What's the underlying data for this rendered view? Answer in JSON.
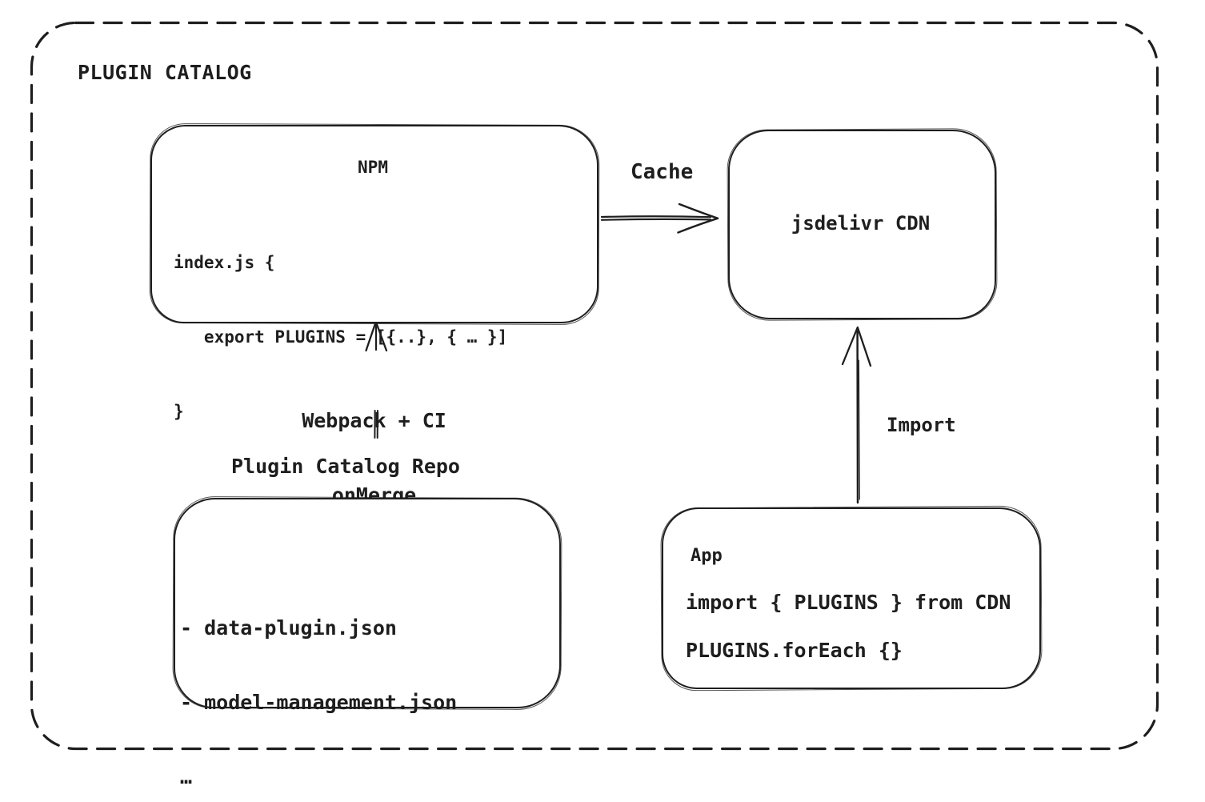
{
  "diagram_title": "PLUGIN CATALOG",
  "colors": {
    "stroke": "#1e1e1e",
    "background": "#ffffff"
  },
  "nodes": {
    "npm": {
      "title": "NPM",
      "code_lines": [
        "index.js {",
        "   export PLUGINS = [{..}, { … }]",
        "}"
      ]
    },
    "cdn": {
      "label": "jsdelivr CDN"
    },
    "repo": {
      "title": "Plugin Catalog Repo",
      "files": [
        "- data-plugin.json",
        "- model-management.json",
        "…"
      ]
    },
    "app": {
      "title": "App",
      "code_lines": [
        "import { PLUGINS } from CDN",
        "PLUGINS.forEach {}"
      ]
    }
  },
  "edges": {
    "cache": {
      "label": "Cache",
      "from": "npm",
      "to": "cdn"
    },
    "build": {
      "label_lines": [
        "Webpack + CI",
        "onMerge"
      ],
      "from": "repo",
      "to": "npm"
    },
    "import": {
      "label": "Import",
      "from": "app",
      "to": "cdn"
    }
  }
}
